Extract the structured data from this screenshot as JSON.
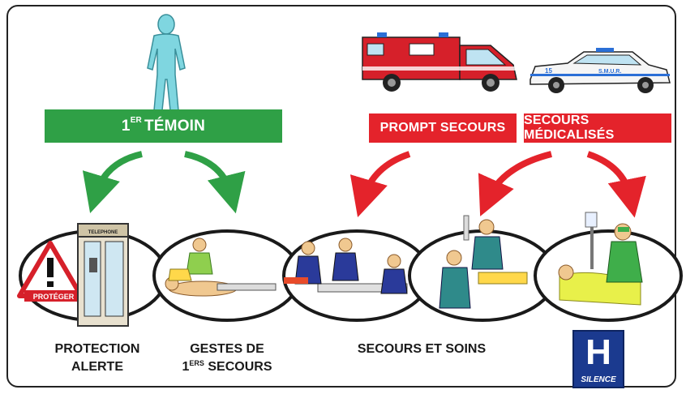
{
  "banners": {
    "temoin_sup": "ER",
    "temoin_pre": "1",
    "temoin_main": "TÉMOIN",
    "prompt": "PROMPT SECOURS",
    "medical": "SECOURS MÉDICALISÉS"
  },
  "labels": {
    "protection_line1": "PROTECTION",
    "protection_line2": "ALERTE",
    "gestes_line1": "GESTES DE",
    "gestes_line2_pre": "1",
    "gestes_line2_sup": "ERS",
    "gestes_line2_main": " SECOURS",
    "secours_soins": "SECOURS ET SOINS"
  },
  "sign_text": {
    "proteger": "PROTÉGER",
    "telephone": "TELEPHONE",
    "hospital_letter": "H",
    "silence": "SILENCE",
    "ambulance_number": "15",
    "smur": "S.M.U.R."
  },
  "colors": {
    "green": "#2fa046",
    "red": "#e4232b",
    "person": "#7fd6e0",
    "hospital_blue": "#1b3a8f"
  }
}
